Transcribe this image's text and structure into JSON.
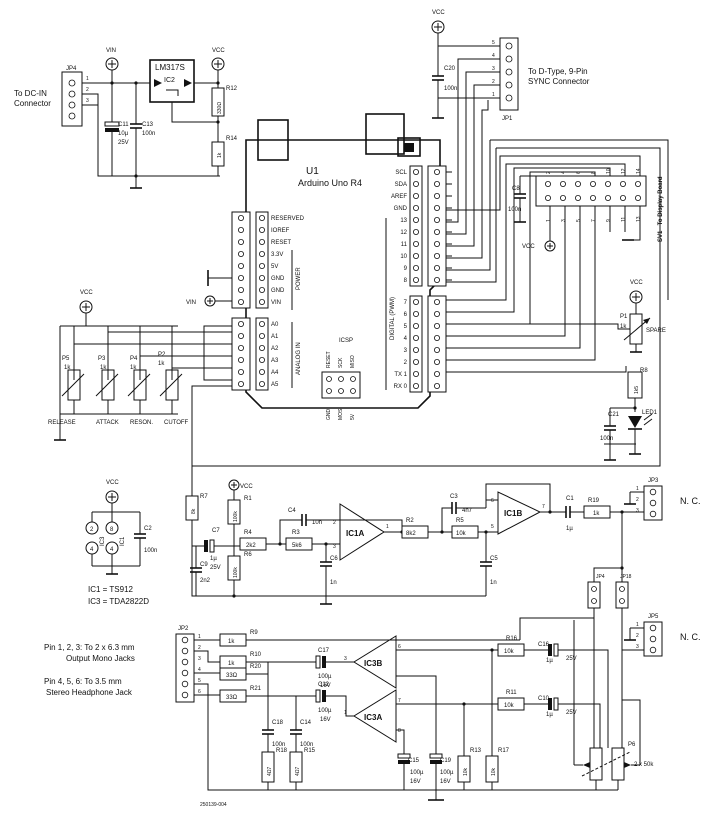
{
  "u1": {
    "ref": "U1",
    "name": "Arduino Uno R4"
  },
  "left_header": {
    "pins": [
      "RESERVED",
      "IOREF",
      "RESET",
      "3.3V",
      "5V",
      "GND",
      "GND",
      "VIN"
    ],
    "group_label": "POWER",
    "analog_pins": [
      "A0",
      "A1",
      "A2",
      "A3",
      "A4",
      "A5"
    ],
    "analog_label": "ANALOG IN"
  },
  "right_header": {
    "top_pins": [
      "SCL",
      "SDA",
      "AREF",
      "GND",
      "13",
      "12",
      "11",
      "10",
      "9",
      "8"
    ],
    "bottom_pins": [
      "7",
      "6",
      "5",
      "4",
      "3",
      "2",
      "TX 1",
      "RX 0"
    ],
    "group_label": "DIGITAL (PWM)"
  },
  "icsp": {
    "label": "ICSP",
    "top": [
      "RESET",
      "SCK",
      "MISO"
    ],
    "bottom": [
      "GND",
      "MOSI",
      "5V"
    ]
  },
  "power": {
    "jp4": "JP4",
    "jp4_pins": [
      "1",
      "2",
      "3"
    ],
    "dc_label_1": "To DC-IN",
    "dc_label_2": "Connector",
    "vin": "VIN",
    "vcc": "VCC",
    "regulator": "LM317S",
    "regulator_ref": "IC2",
    "c11": "C11",
    "c11_val": "10µ",
    "c11_volt": "25V",
    "c13": "C13",
    "c13_val": "100n",
    "r12": "R12",
    "r12_val": "330Ω",
    "r14": "R14",
    "r14_val": "1k"
  },
  "sync": {
    "ref": "JP1",
    "vcc": "VCC",
    "c20": "C20",
    "c20_val": "100n",
    "pins": [
      "5",
      "4",
      "3",
      "2",
      "1"
    ],
    "label_1": "To D-Type, 9-Pin",
    "label_2": "SYNC Connector"
  },
  "sv1": {
    "ref": "SV1 - To Display Board",
    "top_pins": [
      "2",
      "4",
      "6",
      "8",
      "10",
      "12",
      "14"
    ],
    "bottom_pins": [
      "1",
      "3",
      "5",
      "7",
      "9",
      "11",
      "13"
    ],
    "c8": "C8",
    "c8_val": "100n",
    "vcc": "VCC"
  },
  "pots": {
    "vcc": "VCC",
    "p5": "P5",
    "p3": "P3",
    "p4": "P4",
    "p2": "P2",
    "value": "1k",
    "labels": [
      "RELEASE",
      "ATTACK",
      "RESON.",
      "CUTOFF"
    ]
  },
  "p1": {
    "vcc": "VCC",
    "ref": "P1",
    "val": "1k",
    "label": "SPARE"
  },
  "led": {
    "r8": "R8",
    "r8_val": "1k5",
    "c21": "C21",
    "c21_val": "100n",
    "led": "LED1"
  },
  "ic_power": {
    "vcc": "VCC",
    "ic3": "IC3",
    "ic1": "IC1",
    "pins": [
      "2",
      "8",
      "4",
      "4"
    ],
    "c2": "C2",
    "c2_val": "100n",
    "ic1_desc": "IC1 = TS912",
    "ic3_desc": "IC3 = TDA2822D"
  },
  "filter": {
    "r7": "R7",
    "r7_val": "8k",
    "r1": "R1",
    "r1_val": "100k",
    "vcc": "VCC",
    "c7": "C7",
    "c7_val": "1µ",
    "c7_volt": "25V",
    "c9": "C9",
    "c9_val": "2n2",
    "r4": "R4",
    "r4_val": "2k2",
    "r6": "R6",
    "r6_val": "100k",
    "c4": "C4",
    "c4_val": "10n",
    "r3": "R3",
    "r3_val": "5k6",
    "c6": "C6",
    "c6_val": "1n",
    "ic1a": "IC1A",
    "ic1a_pins": [
      "2",
      "3",
      "1"
    ],
    "r2": "R2",
    "r2_val": "8k2",
    "c3": "C3",
    "c3_val": "4n7",
    "r5": "R5",
    "r5_val": "10k",
    "c5": "C5",
    "c5_val": "1n",
    "ic1b": "IC1B",
    "ic1b_pins": [
      "6",
      "5",
      "7"
    ],
    "c1": "C1",
    "c1_val": "1µ",
    "r19": "R19",
    "r19_val": "1k"
  },
  "jacks": {
    "jp3": "JP3",
    "jp5": "JP5",
    "pins": [
      "1",
      "2",
      "3"
    ],
    "nc": "N. C.",
    "jp4_j": "JP4",
    "jp18": "JP18"
  },
  "output": {
    "jp2": "JP2",
    "jp2_pins": [
      "1",
      "2",
      "3",
      "4",
      "5",
      "6"
    ],
    "r9": "R9",
    "r9_val": "1k",
    "r10": "R10",
    "r10_val": "1k",
    "r20": "R20",
    "r20_val": "33Ω",
    "r21": "R21",
    "r21_val": "33Ω",
    "note_1": "Pin 1, 2, 3: To 2 x 6.3 mm",
    "note_2": "Output Mono Jacks",
    "note_3": "Pin 4, 5, 6: To 3.5 mm",
    "note_4": "Stereo Headphone Jack",
    "c17": "C17",
    "c17_val": "100µ",
    "c17_volt": "16V",
    "c12": "C12",
    "c12_val": "100µ",
    "c12_volt": "16V",
    "c18": "C18",
    "c18_val": "100n",
    "c14": "C14",
    "c14_val": "100n",
    "r18": "R18",
    "r18_val": "4Ω7",
    "r15": "R15",
    "r15_val": "4Ω7",
    "ic3b": "IC3B",
    "ic3b_pins": [
      "3",
      "6"
    ],
    "ic3a": "IC3A",
    "ic3a_pins": [
      "1",
      "7",
      "8"
    ],
    "c15": "C15",
    "c15_val": "100µ",
    "c15_volt": "16V",
    "c19": "C19",
    "c19_val": "100µ",
    "c19_volt": "16V",
    "r13": "R13",
    "r13_val": "10k",
    "r17": "R17",
    "r17_val": "10k",
    "r16": "R16",
    "r16_val": "10k",
    "r11": "R11",
    "r11_val": "10k",
    "c16": "C16",
    "c16_val": "1µ",
    "c16_volt": "25V",
    "c10": "C10",
    "c10_val": "1µ",
    "c10_volt": "25V",
    "p6": "P6",
    "p6_val": "2 x 50k"
  },
  "footer": {
    "code": "250139-004"
  }
}
